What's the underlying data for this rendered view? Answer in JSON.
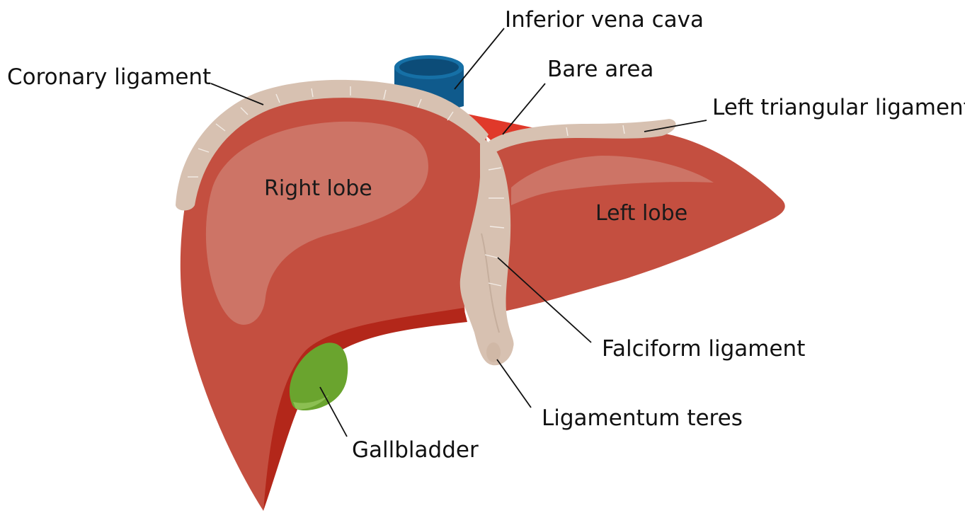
{
  "labels": {
    "inferior_vena_cava": "Inferior vena cava",
    "bare_area": "Bare area",
    "coronary_ligament": "Coronary ligament",
    "left_triangular_ligament": "Left triangular ligament",
    "right_lobe": "Right lobe",
    "left_lobe": "Left lobe",
    "falciform_ligament": "Falciform ligament",
    "ligamentum_teres": "Ligamentum teres",
    "gallbladder": "Gallbladder"
  },
  "colors": {
    "liver": "#c44f40",
    "liver_highlight": "#cd7466",
    "liver_shadow": "#b3271a",
    "ligament": "#d7c1b1",
    "vena_cava": "#0f5a8c",
    "bare_area": "#e0392a",
    "gallbladder": "#6aa42e"
  }
}
